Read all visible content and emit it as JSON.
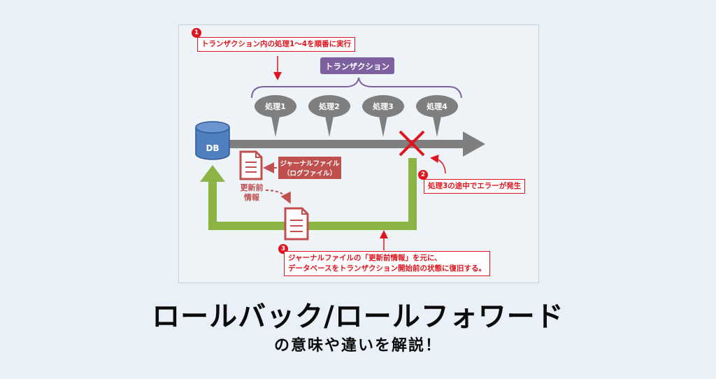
{
  "diagram": {
    "transaction_label": "トランザクション",
    "steps": [
      "処理1",
      "処理2",
      "処理3",
      "処理4"
    ],
    "db_label": "DB",
    "journal_label_1": "ジャーナルファイル",
    "journal_label_2": "（ログファイル）",
    "before_image_line1": "更新前",
    "before_image_line2": "情報",
    "callouts": [
      {
        "number": "1",
        "text": "トランザクション内の処理1～4を順番に実行"
      },
      {
        "number": "2",
        "text": "処理3の途中でエラーが発生"
      },
      {
        "number": "3",
        "text_line1": "ジャーナルファイルの「更新前情報」を元に、",
        "text_line2": "データベースをトランザクション開始前の状態に復旧する。"
      }
    ],
    "colors": {
      "accent_red": "#e0141e",
      "arrow_gray": "#7f7f7f",
      "rollback_green": "#8cb346",
      "db_blue": "#4f7fc0",
      "transaction_purple": "#7d60a0",
      "journal_red": "#c0504d",
      "bubble_gray": "#7f7f7f"
    }
  },
  "title": "ロールバック/ロールフォワード",
  "subtitle": "の意味や違いを解説！"
}
